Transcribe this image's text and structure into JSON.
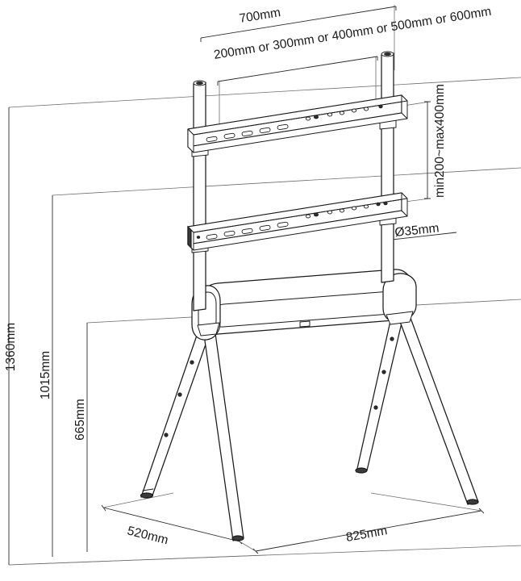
{
  "drawing": {
    "title": "TV floor stand dimensional drawing",
    "units": "mm",
    "line_color": "#1a1a1a",
    "dim_line_color": "#2b2b2b",
    "background": "#ffffff"
  },
  "dimensions": {
    "top_overall": {
      "label": "700mm",
      "name": "overall-bracket-width"
    },
    "top_vesa_options": {
      "label": "200mm or 300mm or 400mm or 500mm or 600mm",
      "name": "vesa-horizontal-options"
    },
    "right_vertical": {
      "label": "min200~max400mm",
      "name": "vesa-vertical-range"
    },
    "tube_diameter": {
      "label": "Ø35mm",
      "name": "tube-diameter"
    },
    "left_tall": {
      "label": "1360mm",
      "name": "overall-height"
    },
    "left_mid": {
      "label": "1015mm",
      "name": "upper-bracket-height"
    },
    "left_short": {
      "label": "665mm",
      "name": "lower-bracket-height"
    },
    "bottom_depth": {
      "label": "520mm",
      "name": "base-depth"
    },
    "bottom_width": {
      "label": "825mm",
      "name": "base-width"
    }
  },
  "parts": {
    "upper_rail": "upper-cross-rail",
    "lower_rail": "lower-cross-rail",
    "left_post": "left-vertical-post",
    "right_post": "right-vertical-post",
    "base_beam": "horizontal-base-beam",
    "legs": [
      "front-left-leg",
      "rear-left-leg",
      "front-right-leg",
      "rear-right-leg"
    ]
  }
}
